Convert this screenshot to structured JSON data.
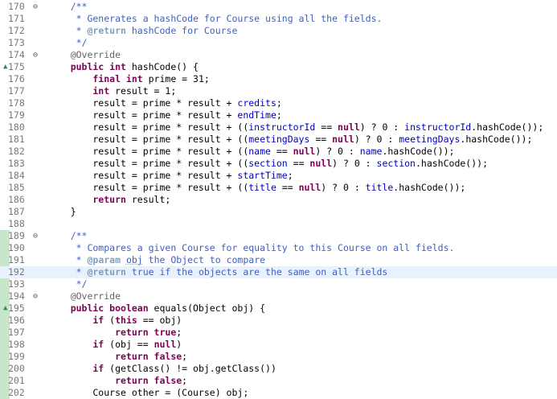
{
  "editor": {
    "lines": [
      {
        "no": "170",
        "fold": "⊖",
        "marker": "",
        "tokens": [
          {
            "c": "comment",
            "t": "    /**"
          }
        ]
      },
      {
        "no": "171",
        "fold": "",
        "marker": "",
        "tokens": [
          {
            "c": "comment",
            "t": "     * Generates a hashCode for Course using all the fields."
          }
        ]
      },
      {
        "no": "172",
        "fold": "",
        "marker": "",
        "tokens": [
          {
            "c": "comment",
            "t": "     * "
          },
          {
            "c": "tag",
            "t": "@return"
          },
          {
            "c": "comment",
            "t": " hashCode for Course"
          }
        ]
      },
      {
        "no": "173",
        "fold": "",
        "marker": "",
        "tokens": [
          {
            "c": "comment",
            "t": "     */"
          }
        ]
      },
      {
        "no": "174",
        "fold": "⊖",
        "marker": "",
        "tokens": [
          {
            "c": "annotation",
            "t": "    @Override"
          }
        ]
      },
      {
        "no": "175",
        "fold": "",
        "marker": "▲",
        "tokens": [
          {
            "c": "kw",
            "t": "    public int"
          },
          {
            "c": "plain",
            "t": " hashCode() {"
          }
        ]
      },
      {
        "no": "176",
        "fold": "",
        "marker": "",
        "tokens": [
          {
            "c": "kw",
            "t": "        final int"
          },
          {
            "c": "plain",
            "t": " prime = 31;"
          }
        ]
      },
      {
        "no": "177",
        "fold": "",
        "marker": "",
        "tokens": [
          {
            "c": "kw",
            "t": "        int"
          },
          {
            "c": "plain",
            "t": " result = 1;"
          }
        ]
      },
      {
        "no": "178",
        "fold": "",
        "marker": "",
        "tokens": [
          {
            "c": "plain",
            "t": "        result = prime * result + "
          },
          {
            "c": "field",
            "t": "credits"
          },
          {
            "c": "plain",
            "t": ";"
          }
        ]
      },
      {
        "no": "179",
        "fold": "",
        "marker": "",
        "tokens": [
          {
            "c": "plain",
            "t": "        result = prime * result + "
          },
          {
            "c": "field",
            "t": "endTime"
          },
          {
            "c": "plain",
            "t": ";"
          }
        ]
      },
      {
        "no": "180",
        "fold": "",
        "marker": "",
        "tokens": [
          {
            "c": "plain",
            "t": "        result = prime * result + (("
          },
          {
            "c": "field",
            "t": "instructorId"
          },
          {
            "c": "plain",
            "t": " == "
          },
          {
            "c": "kw",
            "t": "null"
          },
          {
            "c": "plain",
            "t": ") ? 0 : "
          },
          {
            "c": "field",
            "t": "instructorId"
          },
          {
            "c": "plain",
            "t": ".hashCode());"
          }
        ]
      },
      {
        "no": "181",
        "fold": "",
        "marker": "",
        "tokens": [
          {
            "c": "plain",
            "t": "        result = prime * result + (("
          },
          {
            "c": "field",
            "t": "meetingDays"
          },
          {
            "c": "plain",
            "t": " == "
          },
          {
            "c": "kw",
            "t": "null"
          },
          {
            "c": "plain",
            "t": ") ? 0 : "
          },
          {
            "c": "field",
            "t": "meetingDays"
          },
          {
            "c": "plain",
            "t": ".hashCode());"
          }
        ]
      },
      {
        "no": "182",
        "fold": "",
        "marker": "",
        "tokens": [
          {
            "c": "plain",
            "t": "        result = prime * result + (("
          },
          {
            "c": "field",
            "t": "name"
          },
          {
            "c": "plain",
            "t": " == "
          },
          {
            "c": "kw",
            "t": "null"
          },
          {
            "c": "plain",
            "t": ") ? 0 : "
          },
          {
            "c": "field",
            "t": "name"
          },
          {
            "c": "plain",
            "t": ".hashCode());"
          }
        ]
      },
      {
        "no": "183",
        "fold": "",
        "marker": "",
        "tokens": [
          {
            "c": "plain",
            "t": "        result = prime * result + (("
          },
          {
            "c": "field",
            "t": "section"
          },
          {
            "c": "plain",
            "t": " == "
          },
          {
            "c": "kw",
            "t": "null"
          },
          {
            "c": "plain",
            "t": ") ? 0 : "
          },
          {
            "c": "field",
            "t": "section"
          },
          {
            "c": "plain",
            "t": ".hashCode());"
          }
        ]
      },
      {
        "no": "184",
        "fold": "",
        "marker": "",
        "tokens": [
          {
            "c": "plain",
            "t": "        result = prime * result + "
          },
          {
            "c": "field",
            "t": "startTime"
          },
          {
            "c": "plain",
            "t": ";"
          }
        ]
      },
      {
        "no": "185",
        "fold": "",
        "marker": "",
        "tokens": [
          {
            "c": "plain",
            "t": "        result = prime * result + (("
          },
          {
            "c": "field",
            "t": "title"
          },
          {
            "c": "plain",
            "t": " == "
          },
          {
            "c": "kw",
            "t": "null"
          },
          {
            "c": "plain",
            "t": ") ? 0 : "
          },
          {
            "c": "field",
            "t": "title"
          },
          {
            "c": "plain",
            "t": ".hashCode());"
          }
        ]
      },
      {
        "no": "186",
        "fold": "",
        "marker": "",
        "tokens": [
          {
            "c": "kw",
            "t": "        return"
          },
          {
            "c": "plain",
            "t": " result;"
          }
        ]
      },
      {
        "no": "187",
        "fold": "",
        "marker": "",
        "tokens": [
          {
            "c": "plain",
            "t": "    }"
          }
        ]
      },
      {
        "no": "188",
        "fold": "",
        "marker": "",
        "tokens": []
      },
      {
        "no": "189",
        "fold": "⊖",
        "marker": "",
        "tokens": [
          {
            "c": "comment",
            "t": "    /**"
          }
        ]
      },
      {
        "no": "190",
        "fold": "",
        "marker": "",
        "tokens": [
          {
            "c": "comment",
            "t": "     * Compares a given Course for equality to this Course on all fields."
          }
        ]
      },
      {
        "no": "191",
        "fold": "",
        "marker": "",
        "tokens": [
          {
            "c": "comment",
            "t": "     * "
          },
          {
            "c": "tag",
            "t": "@param"
          },
          {
            "c": "comment",
            "t": " "
          },
          {
            "c": "comment obj-underline",
            "t": "obj"
          },
          {
            "c": "comment",
            "t": " the Object to compare"
          }
        ]
      },
      {
        "no": "192",
        "fold": "",
        "marker": "",
        "highlight": true,
        "tokens": [
          {
            "c": "comment",
            "t": "     * "
          },
          {
            "c": "tag",
            "t": "@return"
          },
          {
            "c": "comment",
            "t": " true if the objects are the same on all fields"
          }
        ]
      },
      {
        "no": "193",
        "fold": "",
        "marker": "",
        "tokens": [
          {
            "c": "comment",
            "t": "     */"
          }
        ]
      },
      {
        "no": "194",
        "fold": "⊖",
        "marker": "",
        "tokens": [
          {
            "c": "annotation",
            "t": "    @Override"
          }
        ]
      },
      {
        "no": "195",
        "fold": "",
        "marker": "▲",
        "tokens": [
          {
            "c": "kw",
            "t": "    public boolean"
          },
          {
            "c": "plain",
            "t": " equals(Object obj) {"
          }
        ]
      },
      {
        "no": "196",
        "fold": "",
        "marker": "",
        "tokens": [
          {
            "c": "kw",
            "t": "        if"
          },
          {
            "c": "plain",
            "t": " ("
          },
          {
            "c": "kw",
            "t": "this"
          },
          {
            "c": "plain",
            "t": " == obj)"
          }
        ]
      },
      {
        "no": "197",
        "fold": "",
        "marker": "",
        "tokens": [
          {
            "c": "kw",
            "t": "            return true"
          },
          {
            "c": "plain",
            "t": ";"
          }
        ]
      },
      {
        "no": "198",
        "fold": "",
        "marker": "",
        "tokens": [
          {
            "c": "kw",
            "t": "        if"
          },
          {
            "c": "plain",
            "t": " (obj == "
          },
          {
            "c": "kw",
            "t": "null"
          },
          {
            "c": "plain",
            "t": ")"
          }
        ]
      },
      {
        "no": "199",
        "fold": "",
        "marker": "",
        "tokens": [
          {
            "c": "kw",
            "t": "            return false"
          },
          {
            "c": "plain",
            "t": ";"
          }
        ]
      },
      {
        "no": "200",
        "fold": "",
        "marker": "",
        "tokens": [
          {
            "c": "kw",
            "t": "        if"
          },
          {
            "c": "plain",
            "t": " (getClass() != obj.getClass())"
          }
        ]
      },
      {
        "no": "201",
        "fold": "",
        "marker": "",
        "tokens": [
          {
            "c": "kw",
            "t": "            return false"
          },
          {
            "c": "plain",
            "t": ";"
          }
        ]
      },
      {
        "no": "202",
        "fold": "",
        "marker": "",
        "tokens": [
          {
            "c": "plain",
            "t": "        Course other = (Course) obj;"
          }
        ]
      }
    ]
  }
}
